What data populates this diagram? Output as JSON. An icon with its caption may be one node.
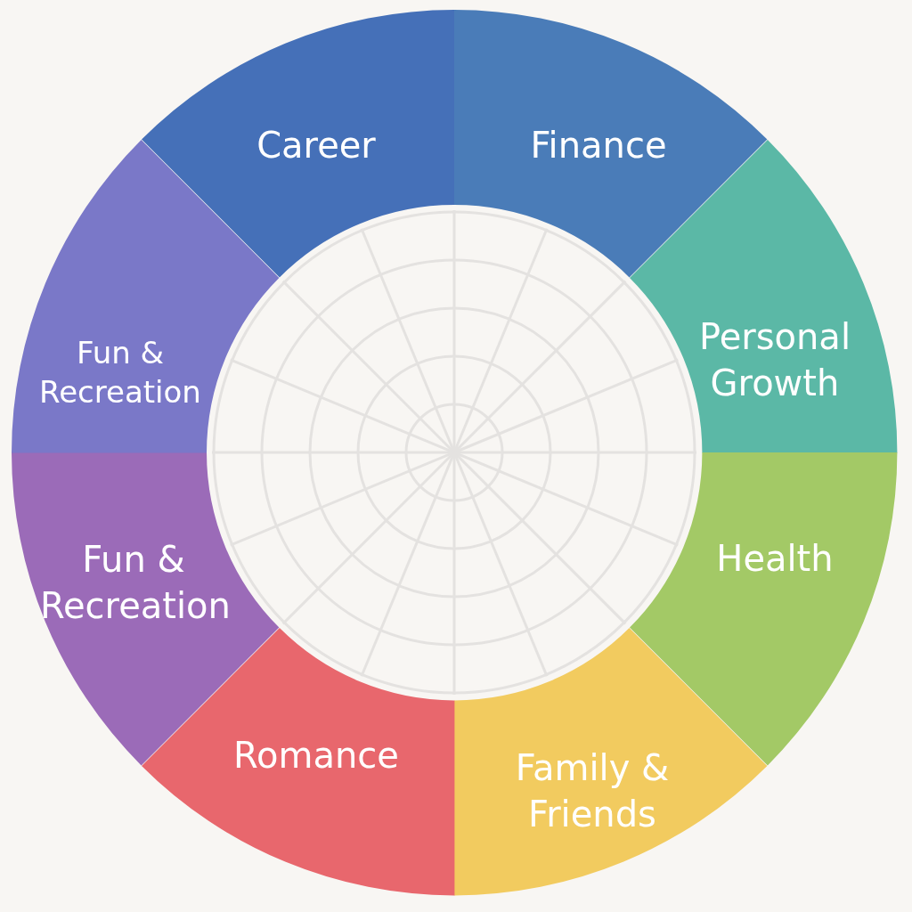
{
  "diagram": {
    "nodes": [
      {
        "text": [
          "Career"
        ]
      },
      {
        "text": [
          "Finance"
        ]
      },
      {
        "text": [
          "Personal Growth"
        ]
      },
      {
        "text": [
          "Health"
        ]
      },
      {
        "text": [
          "Family & Friends"
        ]
      },
      {
        "text": [
          "Romance"
        ]
      },
      {
        "text": [
          "Fun & Recreation"
        ]
      },
      {
        "text": [
          "Fun & Recreation"
        ]
      }
    ]
  }
}
